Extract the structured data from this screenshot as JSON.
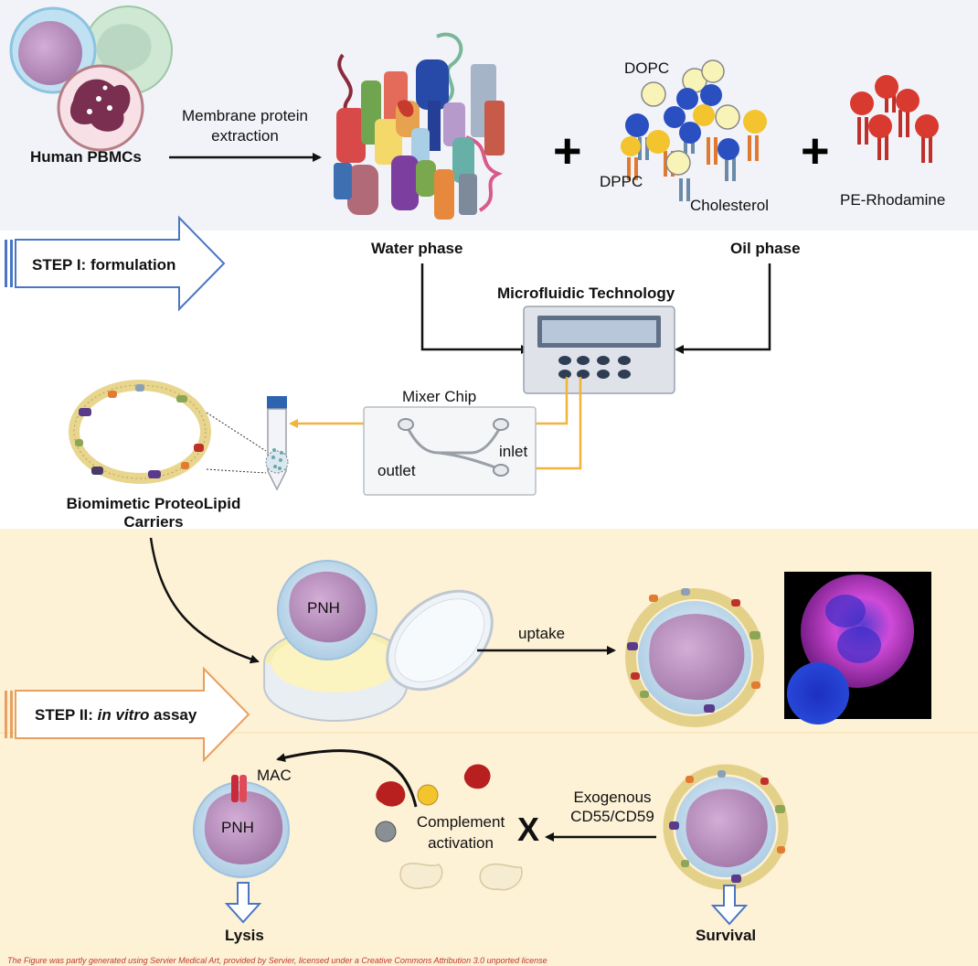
{
  "labels": {
    "human_pbmcs": "Human PBMCs",
    "membrane_extraction": "Membrane protein\nextraction",
    "dopc": "DOPC",
    "dppc": "DPPC",
    "cholesterol": "Cholesterol",
    "pe_rhodamine": "PE-Rhodamine",
    "plus": "+",
    "water_phase": "Water phase",
    "oil_phase": "Oil phase",
    "microfluidic": "Microfluidic Technology",
    "mixer_chip": "Mixer Chip",
    "inlet": "inlet",
    "outlet": "outlet",
    "carriers_line1": "Biomimetic ProteoLipid",
    "carriers_line2": "Carriers",
    "pnh": "PNH",
    "uptake": "uptake",
    "mac": "MAC",
    "complement_line1": "Complement",
    "complement_line2": "activation",
    "x_mark": "X",
    "exogenous_line1": "Exogenous",
    "exogenous_line2": "CD55/CD59",
    "lysis": "Lysis",
    "survival": "Survival"
  },
  "steps": {
    "step1_prefix": "STEP I: ",
    "step1_text": "formulation",
    "step2_prefix": "STEP II: ",
    "step2_italic": "in vitro",
    "step2_suffix": " assay"
  },
  "footer": "The Figure was partly generated using Servier Medical Art, provided by Servier, licensed under a Creative Commons Attribution 3.0 unported license",
  "colors": {
    "top_band": "#f2f3f8",
    "bottom_band": "#fdf1d6",
    "arrow_gold": "#f0b33c",
    "cell_purple": "#b58ab5",
    "step_arrow_blue": "#4a76c4",
    "step_arrow_orange": "#e8a060"
  }
}
